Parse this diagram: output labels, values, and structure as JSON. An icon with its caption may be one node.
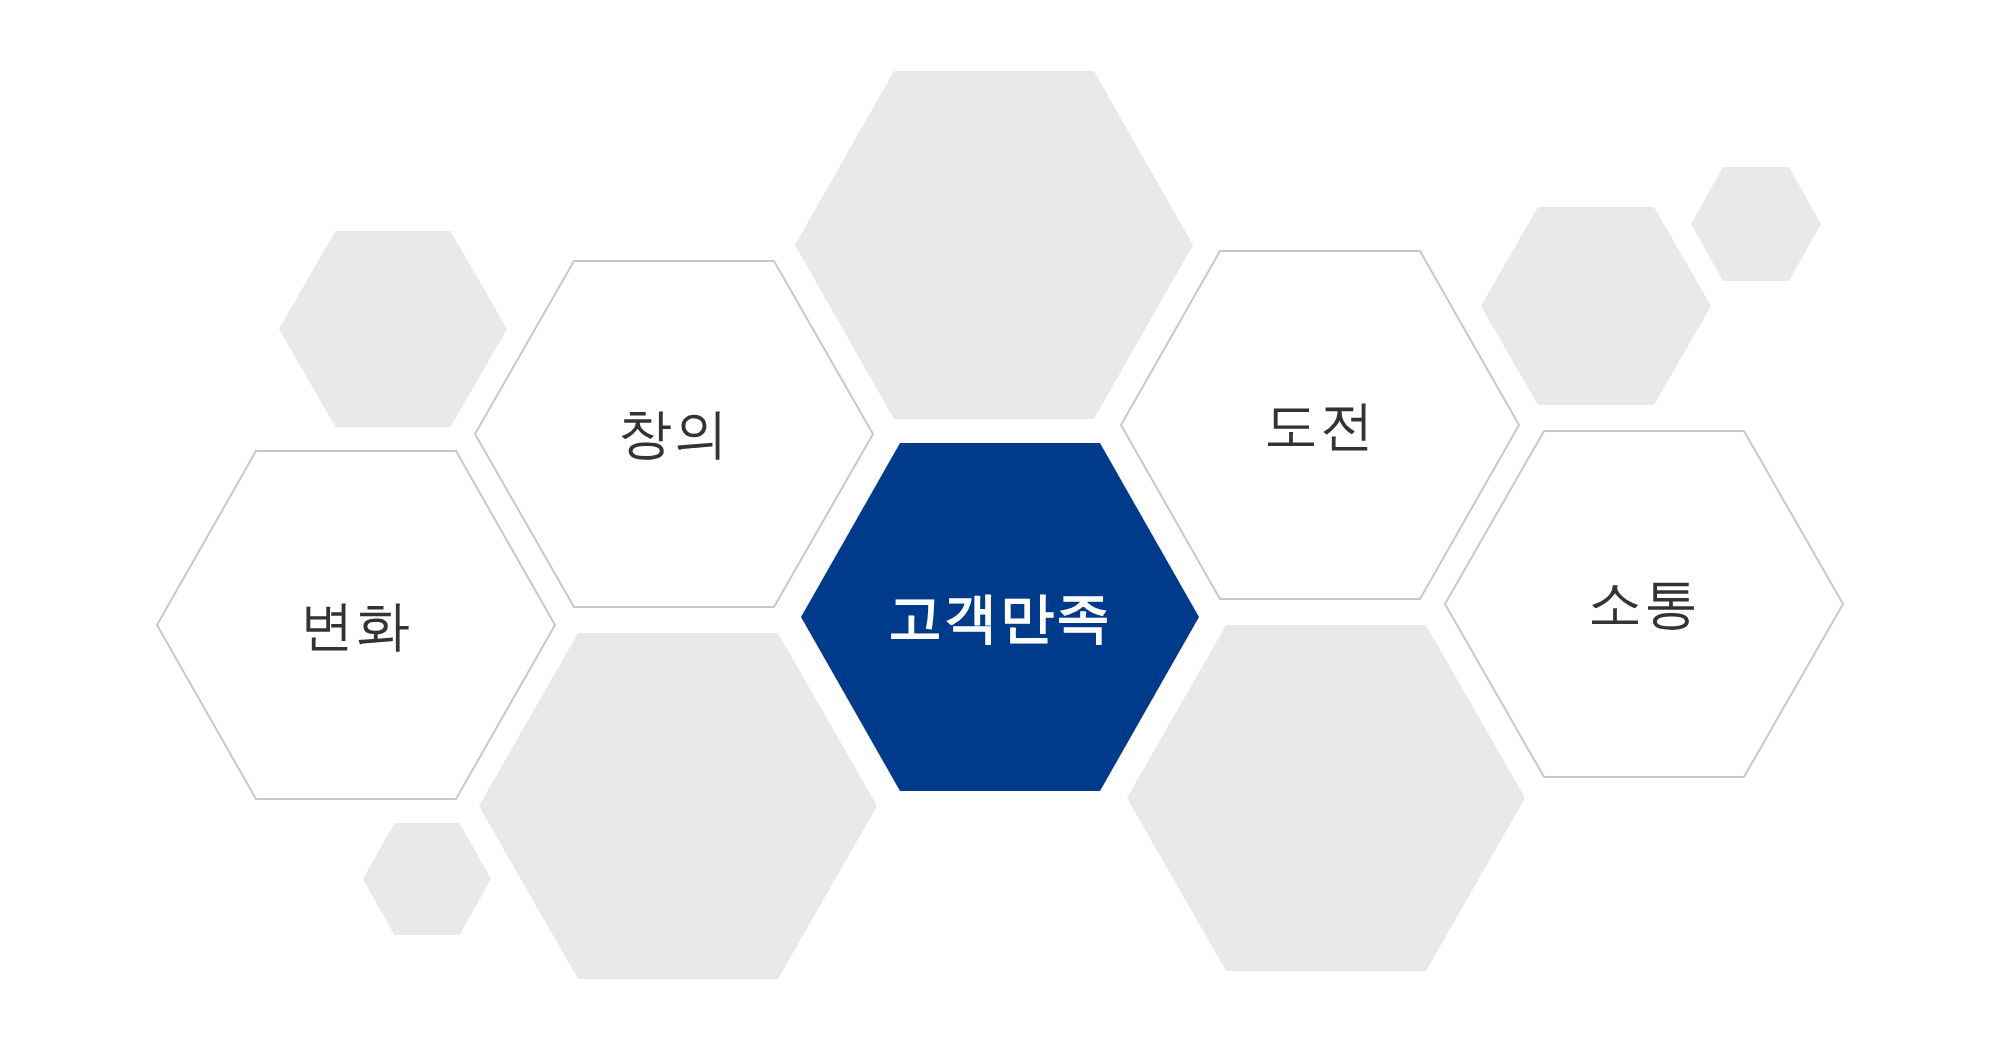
{
  "diagram": {
    "nodes": [
      {
        "text": [],
        "shape": "hexagon"
      },
      {
        "text": [],
        "shape": "hexagon"
      },
      {
        "text": [],
        "shape": "hexagon"
      },
      {
        "text": [],
        "shape": "hexagon"
      },
      {
        "text": [
          "도전"
        ]
      },
      {
        "text": [
          "창의"
        ]
      },
      {
        "text": [
          "소통"
        ]
      },
      {
        "text": [
          "고객만족"
        ]
      },
      {
        "text": [
          "변화"
        ]
      },
      {
        "text": [],
        "shape": "hexagon"
      },
      {
        "text": [],
        "shape": "hexagon"
      },
      {
        "text": [],
        "shape": "hexagon"
      }
    ],
    "edges": []
  }
}
